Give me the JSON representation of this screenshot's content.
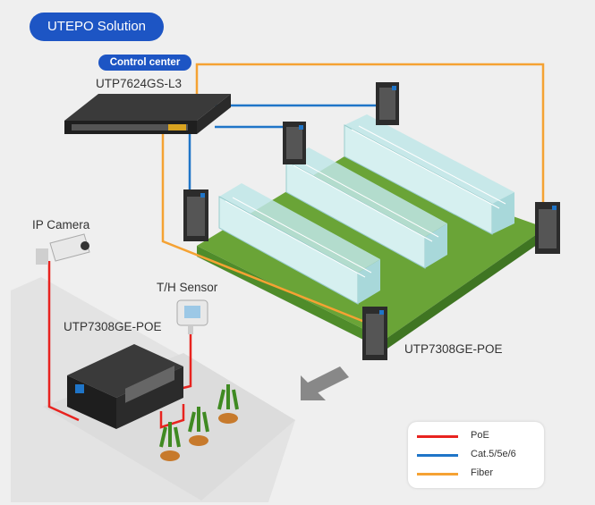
{
  "title": "UTEPO Solution",
  "control_center": {
    "badge": "Control center",
    "device": "UTP7624GS-L3"
  },
  "labels": {
    "ip_camera": "IP Camera",
    "th_sensor": "T/H Sensor",
    "switch_left": "UTP7308GE-POE",
    "switch_right": "UTP7308GE-POE"
  },
  "legend": [
    {
      "label": "PoE",
      "color": "#e8231f"
    },
    {
      "label": "Cat.5/5e/6",
      "color": "#1f75c8"
    },
    {
      "label": "Fiber",
      "color": "#f5a233"
    }
  ],
  "colors": {
    "brand": "#1d55c4",
    "poe": "#e8231f",
    "cat": "#1f75c8",
    "fiber": "#f5a233"
  }
}
